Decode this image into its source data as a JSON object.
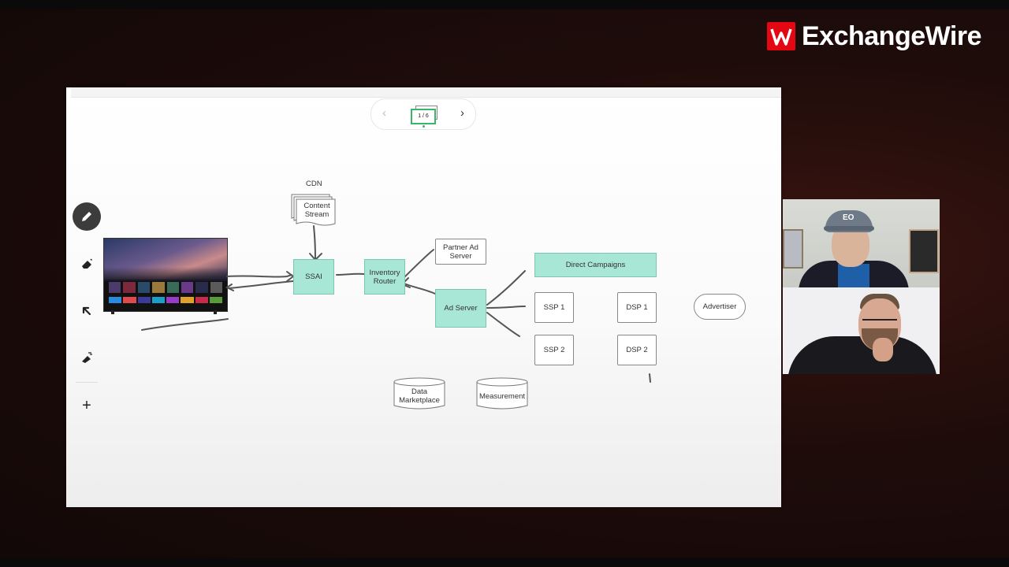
{
  "brand": {
    "name": "ExchangeWire",
    "logo_letter": "W",
    "color": "#e30613"
  },
  "pager": {
    "indicator": "1 / 6",
    "prev": "‹",
    "next": "›"
  },
  "toolbar": {
    "tools": [
      "pen-icon",
      "eraser-icon",
      "select-arrow-icon",
      "laser-icon",
      "add-icon"
    ],
    "add": "+"
  },
  "diagram": {
    "cdn_label": "CDN",
    "content_stream": "Content\nStream",
    "ssai": "SSAI",
    "inventory_router": "Inventory\nRouter",
    "partner_ad_server": "Partner Ad\nServer",
    "ad_server": "Ad Server",
    "direct_campaigns": "Direct Campaigns",
    "ssp1": "SSP 1",
    "ssp2": "SSP 2",
    "dsp1": "DSP 1",
    "dsp2": "DSP 2",
    "advertiser": "Advertiser",
    "data_marketplace": "Data\nMarketplace",
    "measurement": "Measurement",
    "teal_color": "#a8e6d6"
  },
  "video": {
    "cap_logo": "EO"
  }
}
